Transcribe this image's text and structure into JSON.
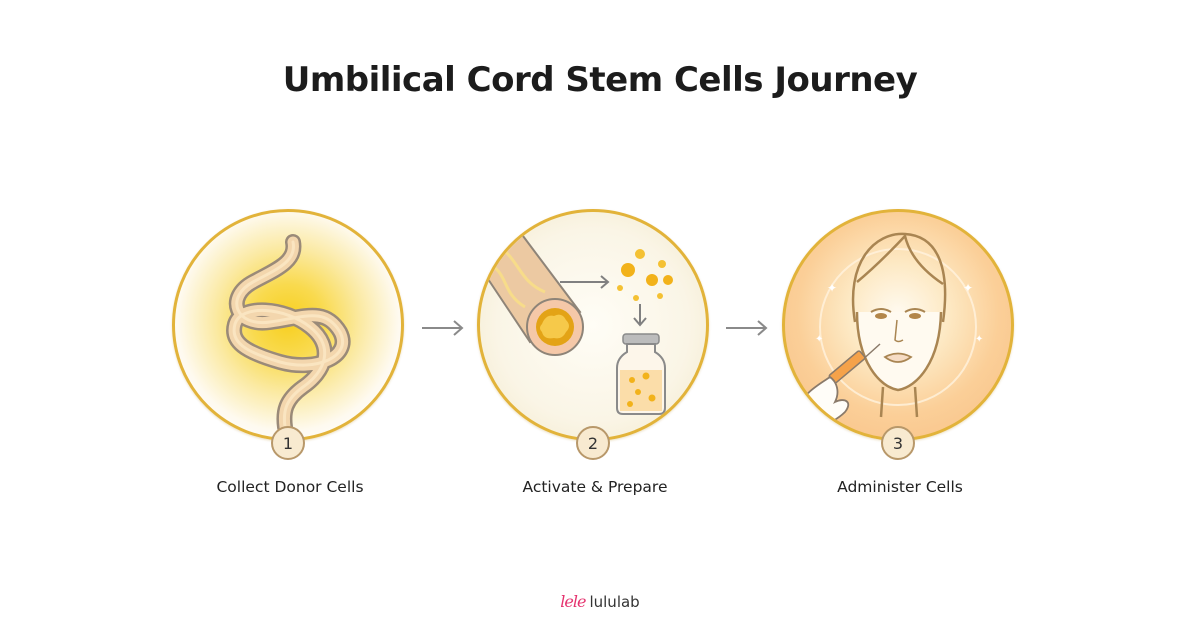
{
  "title": "Umbilical Cord Stem Cells Journey",
  "steps": [
    {
      "number": "1",
      "label": "Collect Donor Cells",
      "illustration": "umbilical-cord-icon"
    },
    {
      "number": "2",
      "label": "Activate & Prepare",
      "illustration": "cells-vial-icon"
    },
    {
      "number": "3",
      "label": "Administer Cells",
      "illustration": "face-injection-icon"
    }
  ],
  "connectors": [
    "arrow-right-icon",
    "arrow-right-icon"
  ],
  "brand": {
    "mark": "lele",
    "name": "lululab"
  },
  "colors": {
    "gold": "#e2b33a",
    "badge_bg": "#f8ead0",
    "badge_border": "#b8986a",
    "brand_pink": "#e5336f"
  }
}
